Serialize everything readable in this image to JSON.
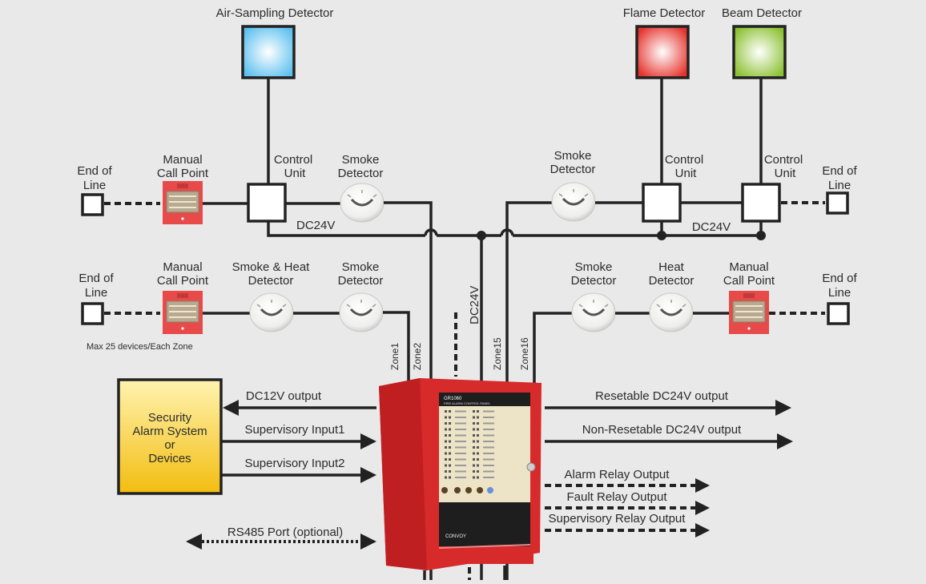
{
  "title": "Fire Alarm System Wiring Diagram",
  "top_detectors": {
    "air_sampling": {
      "label": "Air-Sampling Detector",
      "color": "#8fd3f3"
    },
    "flame": {
      "label": "Flame Detector",
      "color": "#e8403a"
    },
    "beam": {
      "label": "Beam Detector",
      "color": "#9bcb3a"
    }
  },
  "labels": {
    "end_of_line_1": "End of",
    "end_of_line_2": "Line",
    "manual_call_point_1": "Manual",
    "manual_call_point_2": "Call Point",
    "control_unit_1": "Control",
    "control_unit_2": "Unit",
    "smoke_detector_1": "Smoke",
    "smoke_detector_2": "Detector",
    "smoke_heat_1": "Smoke & Heat",
    "smoke_heat_2": "Detector",
    "heat_detector_1": "Heat",
    "heat_detector_2": "Detector",
    "dc24v": "DC24V",
    "max_devices": "Max 25 devices/Each Zone"
  },
  "zones": [
    "Zone1",
    "Zone2",
    "Zone15",
    "Zone16"
  ],
  "panel": {
    "model": "GR1060",
    "subtitle": "FIRE ALARM CONTROL PANEL",
    "brand": "CONVOY",
    "color": "#d9272a"
  },
  "security_box": {
    "line1": "Security",
    "line2": "Alarm System",
    "line3": "or",
    "line4": "Devices",
    "color": "#f6c92e"
  },
  "left_connections": [
    {
      "label": "DC12V output",
      "direction": "to-left"
    },
    {
      "label": "Supervisory Input1",
      "direction": "to-right"
    },
    {
      "label": "Supervisory Input2",
      "direction": "to-right"
    }
  ],
  "rs485": {
    "label": "RS485 Port (optional)",
    "direction": "bidirectional"
  },
  "right_outputs": [
    {
      "label": "Resetable DC24V output",
      "style": "solid"
    },
    {
      "label": "Non-Resetable DC24V output",
      "style": "solid"
    }
  ],
  "relay_outputs": [
    {
      "label": "Alarm Relay Output",
      "style": "dashed"
    },
    {
      "label": "Fault Relay Output",
      "style": "dashed"
    },
    {
      "label": "Supervisory Relay Output",
      "style": "dashed"
    }
  ]
}
